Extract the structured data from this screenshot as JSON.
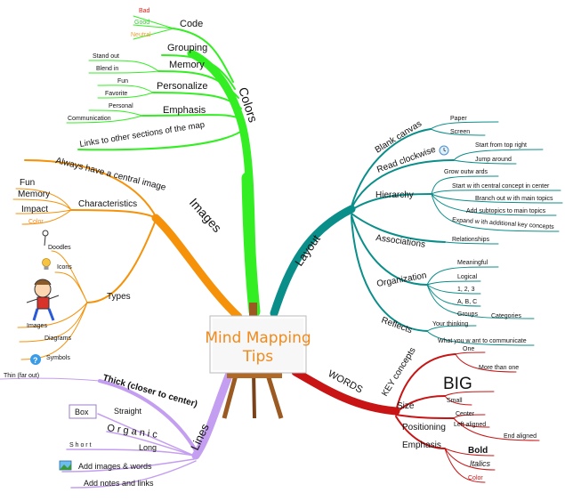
{
  "center": {
    "title_line1": "Mind Mapping",
    "title_line2": "Tips"
  },
  "branches": {
    "colors": {
      "label": "Colors",
      "code": {
        "label": "Code",
        "items": [
          {
            "label": "Bad",
            "color": "#e3211c"
          },
          {
            "label": "Good",
            "color": "#33cc33"
          },
          {
            "label": "Neutral",
            "color": "#f0a030"
          }
        ]
      },
      "grouping": {
        "label": "Grouping"
      },
      "memory": {
        "label": "Memory",
        "items": [
          "Stand out",
          "Blend in"
        ]
      },
      "personalize": {
        "label": "Personalize",
        "items": [
          "Fun",
          "Favorite"
        ]
      },
      "emphasis": {
        "label": "Emphasis",
        "items": [
          "Personal",
          "Communication"
        ]
      },
      "links": {
        "label": "Links to other sections of the map"
      }
    },
    "images": {
      "label": "Images",
      "central": {
        "label": "Always have a central image"
      },
      "characteristics": {
        "label": "Characteristics",
        "items": [
          {
            "label": "Fun",
            "color": "#111111"
          },
          {
            "label": "Memory",
            "color": "#111111"
          },
          {
            "label": "Impact",
            "color": "#111111"
          },
          {
            "label": "Color",
            "color": "#f08a1c"
          }
        ]
      },
      "types": {
        "label": "Types",
        "items": [
          "Doodles",
          "Icons",
          "Images",
          "Diagrams",
          "Symbols"
        ]
      }
    },
    "lines": {
      "label": "Lines",
      "thick": {
        "label": "Thick (closer to center)"
      },
      "thin": {
        "label": "Thin (far out)"
      },
      "straight": {
        "label": "Straight",
        "box": "Box"
      },
      "organic": {
        "label": "O r g a n i c"
      },
      "long": {
        "label": "Long",
        "short": "S h o r t"
      },
      "add_images": {
        "label": "Add images & words"
      },
      "add_notes": {
        "label": "Add notes and links"
      }
    },
    "layout": {
      "label": "Layout",
      "blank": {
        "label": "Blank canvas",
        "items": [
          "Paper",
          "Screen"
        ]
      },
      "read": {
        "label": "Read clockwise",
        "items": [
          "Start from top right",
          "Jump around"
        ]
      },
      "hierarchy": {
        "label": "Hierarchy",
        "items": [
          "Grow  outw ards",
          "Start w ith central concept in center",
          "Branch out w ith main topics",
          "Add subtopics to main topics",
          "Expand w ith additional key concepts"
        ]
      },
      "associations": {
        "label": "Associations",
        "items": [
          "Relationships"
        ]
      },
      "organization": {
        "label": "Organization",
        "items": [
          "Meaningful",
          "Logical",
          "1, 2, 3",
          "A, B, C",
          "Groups"
        ],
        "categories": "Categories"
      },
      "reflects": {
        "label": "Reflects",
        "items": [
          "Your thinking",
          "What you w ant to communicate"
        ]
      }
    },
    "words": {
      "label": "WORDS",
      "key": {
        "label": "KEY concepts",
        "items": [
          "One",
          "More than one"
        ]
      },
      "size": {
        "label": "Size",
        "big": "BIG",
        "small": "Small"
      },
      "positioning": {
        "label": "Positioning",
        "items": [
          "Center",
          "Left aligned",
          "End aligned"
        ]
      },
      "emphasis": {
        "label": "Emphasis",
        "bold": "Bold",
        "italics": "Italics",
        "color": "Color"
      }
    }
  },
  "colors": {
    "green": "#33ee22",
    "orange": "#f5920a",
    "purple": "#c49ef0",
    "teal": "#0a8e8a",
    "red": "#c81414"
  }
}
